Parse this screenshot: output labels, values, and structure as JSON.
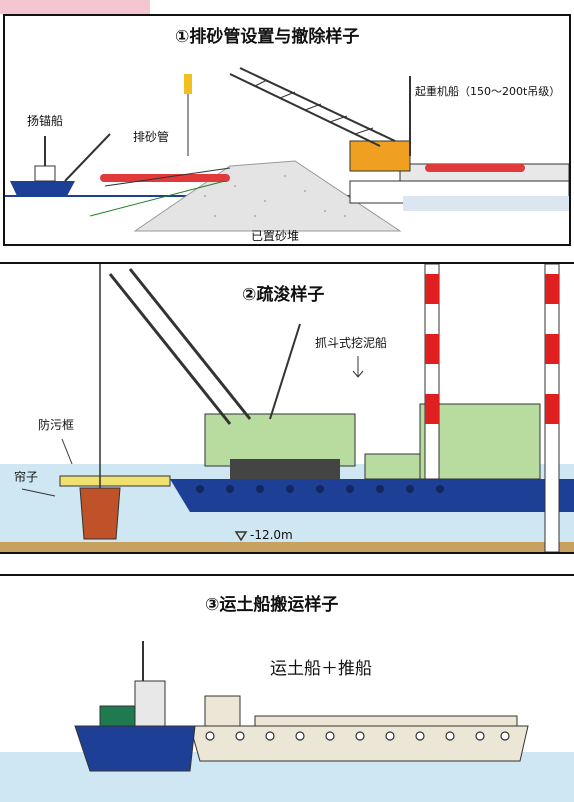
{
  "panel1": {
    "title": "①排砂管设置与撤除样子",
    "labels": {
      "anchor_boat": "扬锚船",
      "sand_pipe": "排砂管",
      "crane_ship": "起重机船（150～200t吊级）",
      "sand_pile": "已置砂堆"
    }
  },
  "panel2": {
    "title": "②疏浚样子",
    "labels": {
      "grab_dredger": "抓斗式挖泥船",
      "silt_frame": "防污框",
      "curtain": "帘子",
      "depth": "-12.0m"
    }
  },
  "panel3": {
    "title": "③运土船搬运样子",
    "labels": {
      "vessels": "运土船＋推船"
    }
  },
  "colors": {
    "hull_blue": "#1e3f96",
    "sea_blue": "#cfe7f3",
    "deck_green": "#b8dca0",
    "crane_orange": "#f0a020",
    "pipe_red": "#e03a3a",
    "pink_tab": "#f5c6cf"
  }
}
